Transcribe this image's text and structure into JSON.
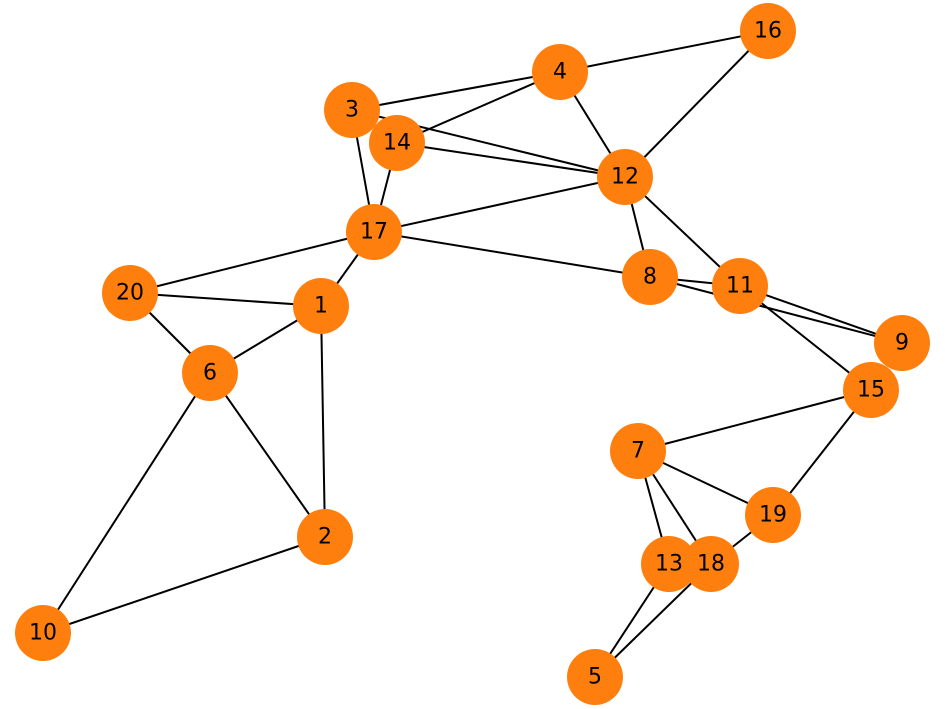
{
  "graph": {
    "node_color": "#ff7f0e",
    "edge_color": "#000000",
    "label_color": "#000000",
    "nodes": [
      "1",
      "2",
      "3",
      "4",
      "5",
      "6",
      "7",
      "8",
      "9",
      "10",
      "11",
      "12",
      "13",
      "14",
      "15",
      "16",
      "17",
      "18",
      "19",
      "20"
    ],
    "edges": [
      [
        "3",
        "4"
      ],
      [
        "3",
        "12"
      ],
      [
        "3",
        "17"
      ],
      [
        "4",
        "14"
      ],
      [
        "4",
        "12"
      ],
      [
        "4",
        "16"
      ],
      [
        "16",
        "12"
      ],
      [
        "14",
        "12"
      ],
      [
        "14",
        "17"
      ],
      [
        "12",
        "17"
      ],
      [
        "12",
        "8"
      ],
      [
        "12",
        "11"
      ],
      [
        "17",
        "1"
      ],
      [
        "17",
        "20"
      ],
      [
        "17",
        "8"
      ],
      [
        "8",
        "11"
      ],
      [
        "8",
        "9"
      ],
      [
        "11",
        "9"
      ],
      [
        "11",
        "15"
      ],
      [
        "20",
        "1"
      ],
      [
        "20",
        "6"
      ],
      [
        "1",
        "6"
      ],
      [
        "1",
        "2"
      ],
      [
        "6",
        "2"
      ],
      [
        "6",
        "10"
      ],
      [
        "2",
        "10"
      ],
      [
        "15",
        "7"
      ],
      [
        "15",
        "19"
      ],
      [
        "7",
        "19"
      ],
      [
        "7",
        "13"
      ],
      [
        "7",
        "18"
      ],
      [
        "19",
        "18"
      ],
      [
        "13",
        "5"
      ],
      [
        "18",
        "5"
      ]
    ]
  }
}
